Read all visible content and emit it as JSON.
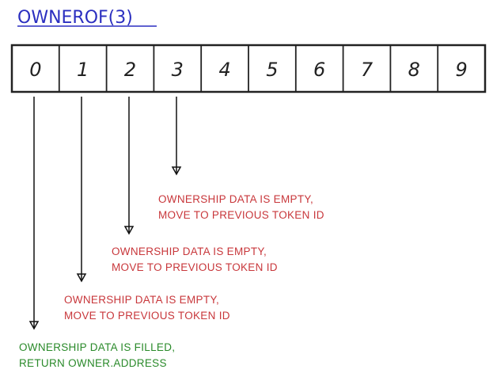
{
  "title": "OWNEROF(3)",
  "cells": [
    "0",
    "1",
    "2",
    "3",
    "4",
    "5",
    "6",
    "7",
    "8",
    "9"
  ],
  "notes": [
    {
      "line1": "OWNERSHIP DATA IS EMPTY,",
      "line2": "MOVE TO PREVIOUS TOKEN ID",
      "target": "3"
    },
    {
      "line1": "OWNERSHIP DATA IS EMPTY,",
      "line2": "MOVE TO PREVIOUS TOKEN ID",
      "target": "2"
    },
    {
      "line1": "OWNERSHIP DATA IS EMPTY,",
      "line2": "MOVE TO PREVIOUS TOKEN ID",
      "target": "1"
    },
    {
      "line1": "OWNERSHIP DATA IS FILLED,",
      "line2": "RETURN OWNER.ADDRESS",
      "target": "0"
    }
  ],
  "colors": {
    "title": "#2b2fc0",
    "empty": "#c8373b",
    "filled": "#2a8a2a"
  }
}
